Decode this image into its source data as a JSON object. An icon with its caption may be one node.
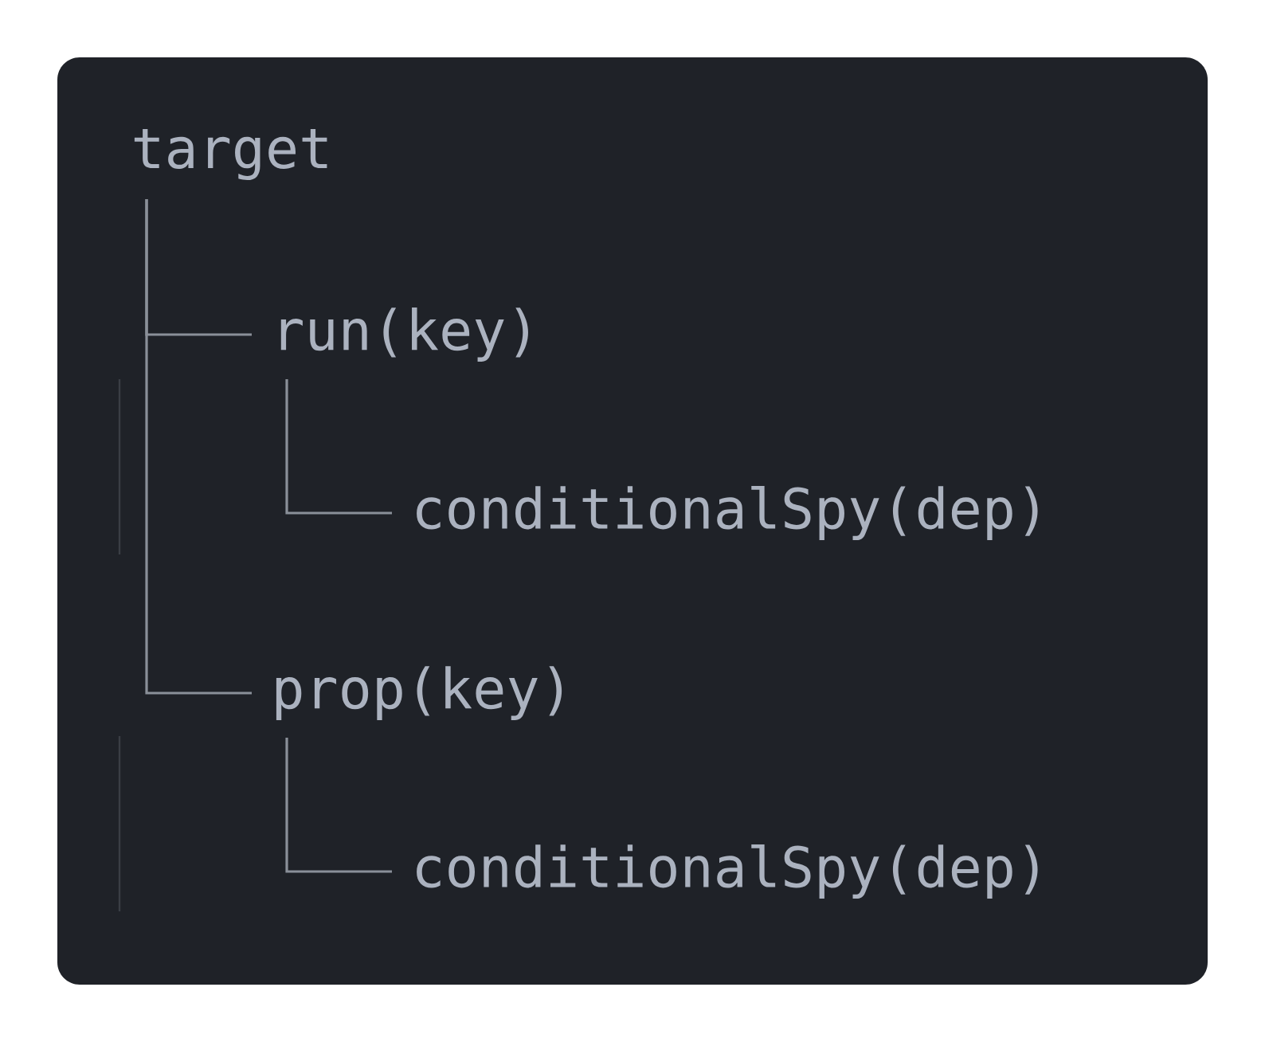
{
  "diagram": {
    "nodes": [
      {
        "text": [
          "target"
        ]
      },
      {
        "text": [
          "run(key)"
        ]
      },
      {
        "text": [
          "conditionalSpy(dep)"
        ]
      },
      {
        "text": [
          "prop(key)"
        ]
      },
      {
        "text": [
          "conditionalSpy(dep)"
        ]
      }
    ],
    "edges": [
      {
        "from": 0,
        "to": 1,
        "arrow": "none"
      },
      {
        "from": 1,
        "to": 2,
        "arrow": "none"
      },
      {
        "from": 0,
        "to": 3,
        "arrow": "none"
      },
      {
        "from": 3,
        "to": 4,
        "arrow": "none"
      }
    ]
  }
}
